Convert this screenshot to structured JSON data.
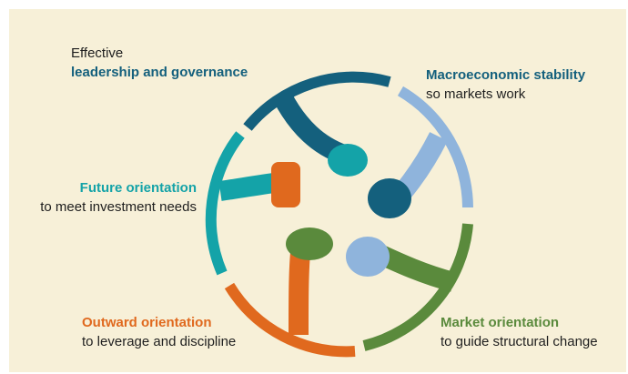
{
  "colors": {
    "background": "#f7f0d8",
    "leadership": "#14607d",
    "macroeconomic": "#8fb4dc",
    "market": "#5a8a3c",
    "outward": "#e0691e",
    "future": "#14a3a8"
  },
  "items": [
    {
      "id": "leadership",
      "prefix": "Effective",
      "head": "leadership and governance",
      "sub": ""
    },
    {
      "id": "macroeconomic",
      "prefix": "",
      "head": "Macroeconomic stability",
      "sub": "so markets work"
    },
    {
      "id": "future",
      "prefix": "",
      "head": "Future orientation",
      "sub": "to meet investment needs"
    },
    {
      "id": "outward",
      "prefix": "",
      "head": "Outward orientation",
      "sub": "to leverage and discipline"
    },
    {
      "id": "market",
      "prefix": "",
      "head": "Market orientation",
      "sub": "to guide structural change"
    }
  ]
}
